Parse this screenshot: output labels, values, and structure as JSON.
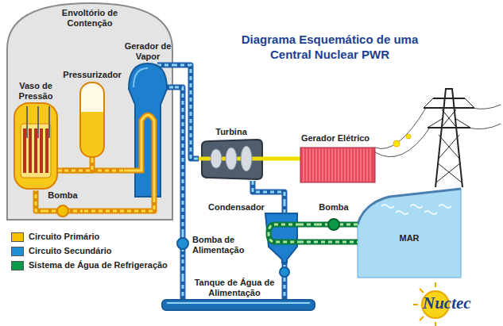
{
  "diagram": {
    "title": "Diagrama Esquemático de uma Central Nuclear PWR",
    "nodes": [
      {
        "text": [
          "Envoltório de Contenção"
        ]
      },
      {
        "text": [
          "Vaso de Pressão"
        ],
        "in": 0
      },
      {
        "text": [
          "Pressurizador"
        ],
        "in": 0
      },
      {
        "text": [
          "Gerador de Vapor"
        ],
        "in": 0
      },
      {
        "text": [
          "Bomba"
        ],
        "in": 0
      },
      {
        "text": [
          "Turbina"
        ]
      },
      {
        "text": [
          "Gerador Elétrico"
        ]
      },
      {
        "text": [
          "Condensador"
        ]
      },
      {
        "text": [
          "Bomba"
        ]
      },
      {
        "text": [
          "Bomba de Alimentação"
        ]
      },
      {
        "text": [
          "Tanque de Água de Alimentação"
        ]
      },
      {
        "text": [
          "MAR"
        ]
      }
    ],
    "edges": [
      {
        "from": 1,
        "to": 3,
        "arrow": "none"
      },
      {
        "from": 2,
        "to": 1,
        "arrow": "none"
      },
      {
        "from": 3,
        "to": 4,
        "arrow": "none"
      },
      {
        "from": 4,
        "to": 1,
        "arrow": "none"
      },
      {
        "from": 3,
        "to": 5,
        "arrow": "none"
      },
      {
        "from": 5,
        "to": 6,
        "arrow": "none"
      },
      {
        "from": 5,
        "to": 7,
        "arrow": "none"
      },
      {
        "from": 7,
        "to": 10,
        "arrow": "none"
      },
      {
        "from": 10,
        "to": 9,
        "arrow": "none"
      },
      {
        "from": 9,
        "to": 3,
        "arrow": "none"
      },
      {
        "from": 11,
        "to": 8,
        "arrow": "none"
      },
      {
        "from": 8,
        "to": 7,
        "arrow": "none"
      },
      {
        "from": 7,
        "to": 11,
        "arrow": "none"
      }
    ],
    "labels": [
      "Nuctec"
    ],
    "legend": [
      {
        "text": "Circuito Primário",
        "color": "#f5c000"
      },
      {
        "text": "Circuito Secundário",
        "color": "#1e8fd5"
      },
      {
        "text": "Sistema de Água de Refrigeração",
        "color": "#0a9a48"
      }
    ]
  }
}
